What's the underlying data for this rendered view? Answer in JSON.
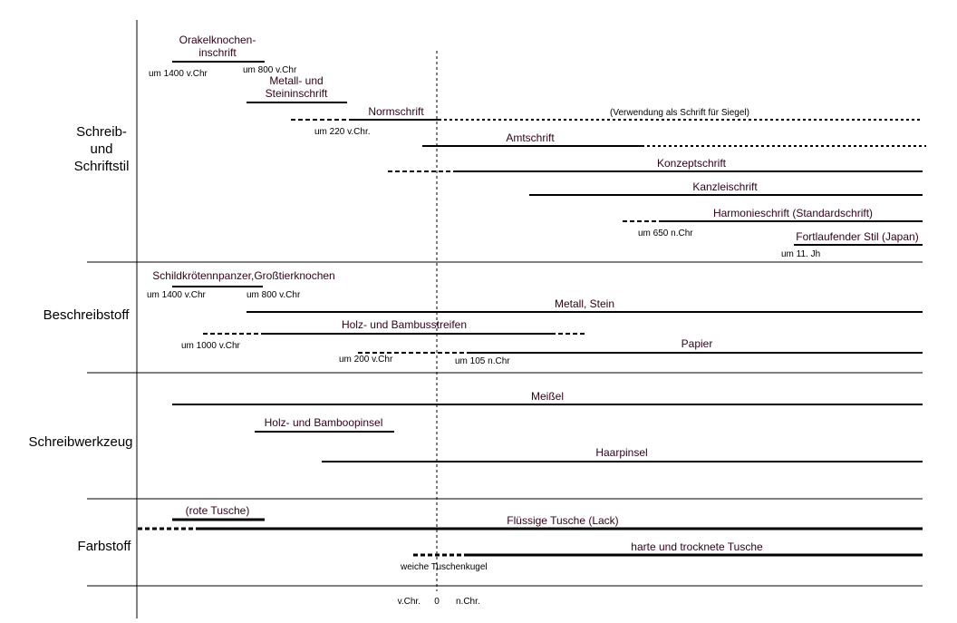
{
  "categories": [
    {
      "key": "stil",
      "lines": [
        "Schreib-",
        "und",
        "Schriftstil"
      ]
    },
    {
      "key": "stoff",
      "lines": [
        "Beschreibstoff"
      ]
    },
    {
      "key": "werkzeug",
      "lines": [
        "Schreibwerkzeug"
      ]
    },
    {
      "key": "farbstoff",
      "lines": [
        "Farbstoff"
      ]
    }
  ],
  "entries": [
    {
      "key": "orakel",
      "label": [
        "Orakelknochen-",
        "inschrift"
      ]
    },
    {
      "key": "metall_inschrift",
      "label": [
        "Metall- und",
        "Steininschrift"
      ]
    },
    {
      "key": "normschrift",
      "label": [
        "Normschrift"
      ]
    },
    {
      "key": "siegel",
      "label": [
        "(Verwendung als Schrift für Siegel)"
      ]
    },
    {
      "key": "amtschrift",
      "label": [
        "Amtschrift"
      ]
    },
    {
      "key": "konzept",
      "label": [
        "Konzeptschrift"
      ]
    },
    {
      "key": "kanzlei",
      "label": [
        "Kanzleischrift"
      ]
    },
    {
      "key": "harmonie",
      "label": [
        "Harmonieschrift (Standardschrift)"
      ]
    },
    {
      "key": "fortlaufend",
      "label": [
        "Fortlaufender Stil (Japan)"
      ]
    },
    {
      "key": "panzer",
      "label": [
        "Schildkrötennpanzer,Großtierknochen"
      ]
    },
    {
      "key": "metall_stein",
      "label": [
        "Metall, Stein"
      ]
    },
    {
      "key": "holz_bambus",
      "label": [
        "Holz- und Bambusstreifen"
      ]
    },
    {
      "key": "papier",
      "label": [
        "Papier"
      ]
    },
    {
      "key": "meissel",
      "label": [
        "Meißel"
      ]
    },
    {
      "key": "bamboopinsel",
      "label": [
        "Holz- und Bamboopinsel"
      ]
    },
    {
      "key": "haarpinsel",
      "label": [
        "Haarpinsel"
      ]
    },
    {
      "key": "rote_tusche",
      "label": [
        "(rote Tusche)"
      ]
    },
    {
      "key": "fluessige_tusche",
      "label": [
        "Flüssige Tusche (Lack)"
      ]
    },
    {
      "key": "harte_tusche",
      "label": [
        "harte und trocknete Tusche"
      ]
    }
  ],
  "notes": [
    {
      "key": "n1",
      "text": "um 1400 v.Chr"
    },
    {
      "key": "n2",
      "text": "um 800 v.Chr"
    },
    {
      "key": "n3",
      "text": "um 220 v.Chr."
    },
    {
      "key": "n4",
      "text": "um 650 n.Chr"
    },
    {
      "key": "n5",
      "text": "um 11. Jh"
    },
    {
      "key": "n6",
      "text": "um 1400 v.Chr"
    },
    {
      "key": "n7",
      "text": "um 800 v.Chr"
    },
    {
      "key": "n8",
      "text": "um 1000 v.Chr"
    },
    {
      "key": "n9",
      "text": "um 200 v.Chr"
    },
    {
      "key": "n10",
      "text": "um 105 n.Chr"
    },
    {
      "key": "n11",
      "text": "weiche Tuschenkugel"
    }
  ],
  "axis": {
    "before": "v.Chr.",
    "zero": "0",
    "after": "n.Chr."
  }
}
